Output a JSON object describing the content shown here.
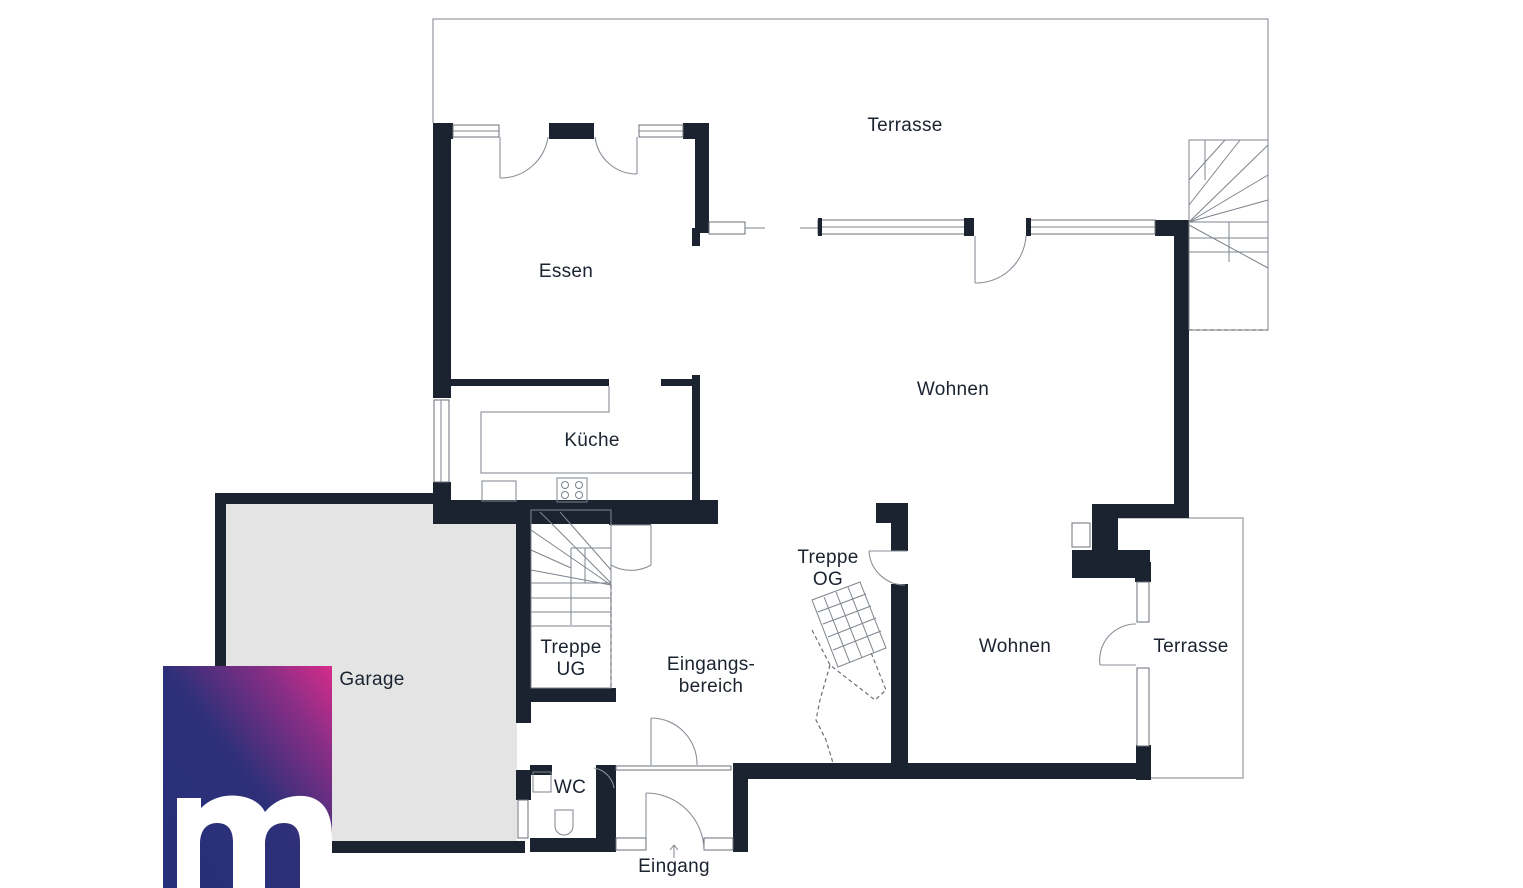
{
  "rooms": {
    "terrace_top": "Terrasse",
    "dining": "Essen",
    "living_main": "Wohnen",
    "kitchen": "Küche",
    "garage": "Garage",
    "stairs_og_line1": "Treppe",
    "stairs_og_line2": "OG",
    "stairs_ug_line1": "Treppe",
    "stairs_ug_line2": "UG",
    "entrance_area_line1": "Eingangs-",
    "entrance_area_line2": "bereich",
    "living_secondary": "Wohnen",
    "terrace_right": "Terrasse",
    "wc": "WC",
    "entrance": "Eingang"
  },
  "colors": {
    "wall": "#1b2330",
    "garage_fill": "#e4e4e4",
    "logo_gradient_start": "#2a2f7a",
    "logo_gradient_end": "#d52c8a"
  }
}
